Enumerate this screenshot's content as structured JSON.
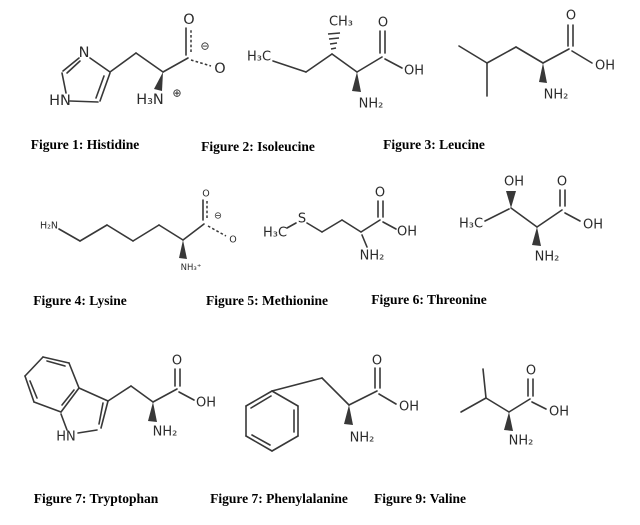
{
  "document": {
    "background": "#ffffff",
    "ink_color": "#383838",
    "caption_color": "#000000",
    "description": "Grid of nine amino acid skeletal structures with figure captions"
  },
  "figures": [
    {
      "name": "Histidine",
      "caption": "Figure 1: Histidine",
      "atoms": {
        "ring_n": "N",
        "ring_hn": "HN",
        "ammonium": "H₃N",
        "plus": "⊕",
        "o_top": "O",
        "minus": "⊖",
        "o_side": "O"
      }
    },
    {
      "name": "Isoleucine",
      "caption": "Figure 2: Isoleucine",
      "atoms": {
        "methyl_top": "CH₃",
        "methyl_left": "H₃C",
        "o_top": "O",
        "oh": "OH",
        "amine": "NH₂"
      }
    },
    {
      "name": "Leucine",
      "caption": "Figure 3: Leucine",
      "atoms": {
        "o_top": "O",
        "oh": "OH",
        "amine": "NH₂"
      }
    },
    {
      "name": "Lysine",
      "caption": "Figure 4: Lysine",
      "atoms": {
        "amine_terminal": "H₂N",
        "o_top": "O",
        "minus": "⊖",
        "o_side": "O",
        "ammonium": "NH₃⁺"
      }
    },
    {
      "name": "Methionine",
      "caption": "Figure 5: Methionine",
      "atoms": {
        "methyl": "H₃C",
        "sulfur": "S",
        "o_top": "O",
        "oh": "OH",
        "amine": "NH₂"
      }
    },
    {
      "name": "Threonine",
      "caption": "Figure 6: Threonine",
      "atoms": {
        "hydroxyl_top": "OH",
        "methyl": "H₃C",
        "o_top": "O",
        "oh": "OH",
        "amine": "NH₂"
      }
    },
    {
      "name": "Tryptophan",
      "caption": "Figure 7: Tryptophan",
      "atoms": {
        "ring_hn": "HN",
        "o_top": "O",
        "oh": "OH",
        "amine": "NH₂"
      }
    },
    {
      "name": "Phenylalanine",
      "caption": "Figure 7: Phenylalanine",
      "atoms": {
        "o_top": "O",
        "oh": "OH",
        "amine": "NH₂"
      }
    },
    {
      "name": "Valine",
      "caption": "Figure 9: Valine",
      "atoms": {
        "o_top": "O",
        "oh": "OH",
        "amine": "NH₂"
      }
    }
  ]
}
